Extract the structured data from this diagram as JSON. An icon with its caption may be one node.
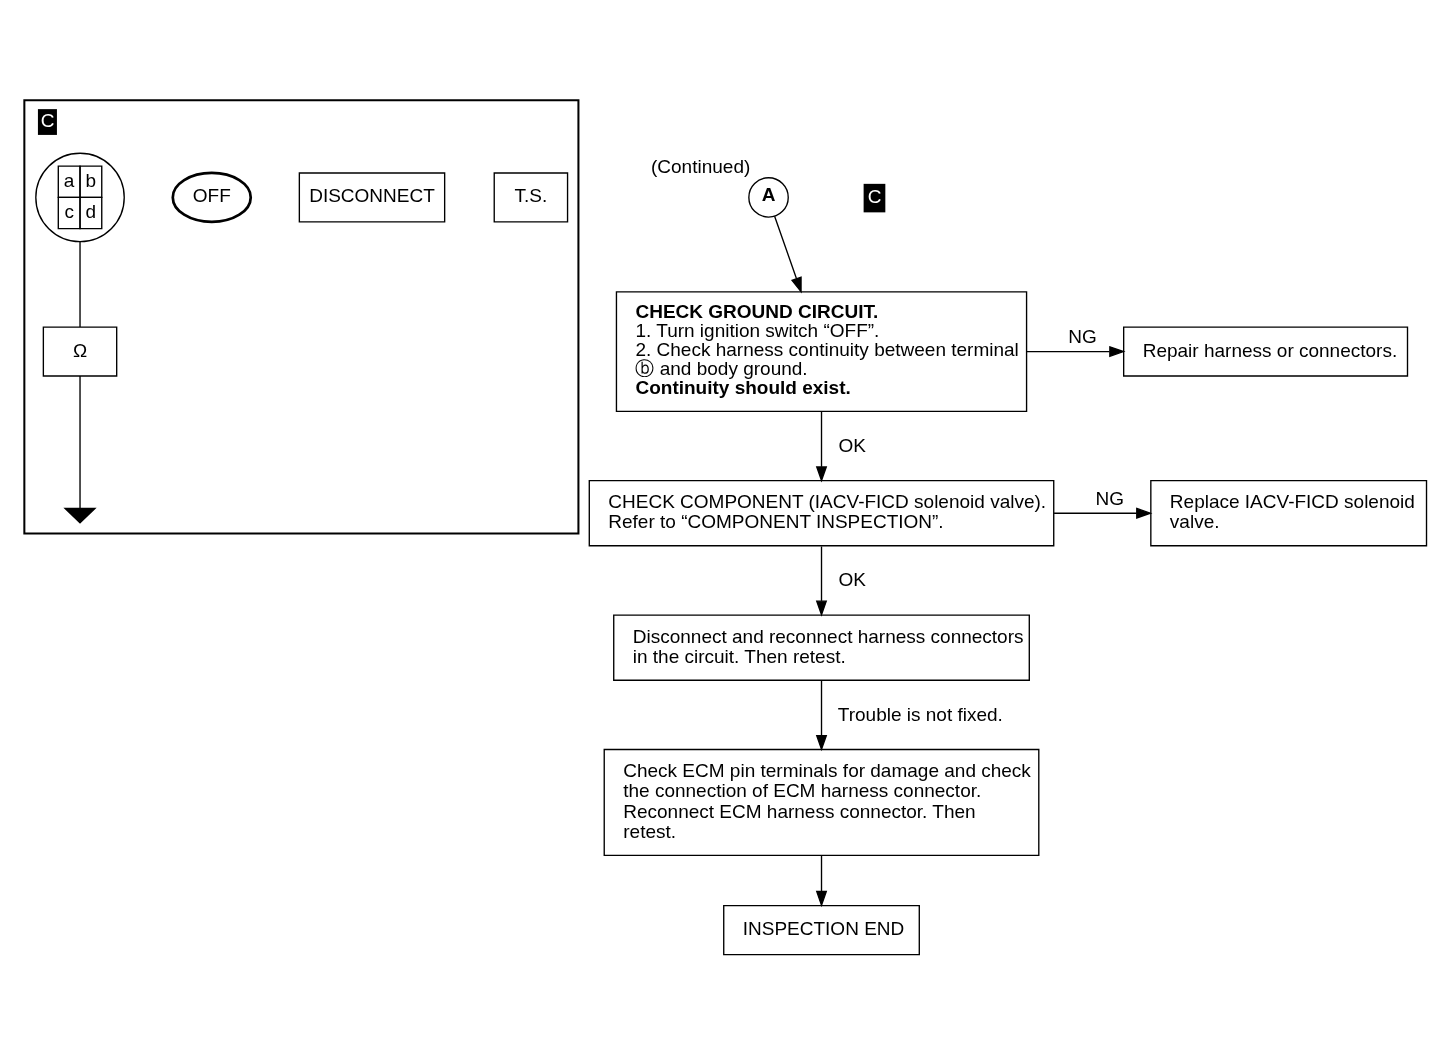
{
  "diagram": {
    "nodes": [
      {
        "text": [
          "C"
        ]
      },
      {
        "text": [
          "T.S."
        ],
        "in": 0
      },
      {
        "text": [
          "DISCONNECT"
        ],
        "in": 0
      },
      {
        "text": [
          "OFF"
        ],
        "in": 0
      },
      {
        "text": [
          "a",
          "b",
          "c",
          "d"
        ],
        "in": 0
      },
      {
        "text": [
          "Ω"
        ],
        "in": 0
      },
      {
        "text": [],
        "shape": "ground",
        "in": 0
      },
      {
        "text": [
          "A"
        ],
        "beside": [
          "(Continued)"
        ]
      },
      {
        "text": [
          "CHECK GROUND CIRCUIT.",
          "1. Turn ignition switch “OFF”.",
          "2. Check harness continuity between terminal ⓑ and body ground.",
          "Continuity should exist."
        ]
      },
      {
        "text": [
          "Repair harness or connectors."
        ]
      },
      {
        "text": [
          "CHECK COMPONENT (IACV-FICD solenoid valve).",
          "Refer to “COMPONENT INSPECTION”."
        ]
      },
      {
        "text": [
          "Replace IACV-FICD solenoid valve."
        ]
      },
      {
        "text": [
          "Disconnect and reconnect harness connectors in the circuit. Then retest."
        ]
      },
      {
        "text": [
          "Check ECM pin terminals for damage and check the connection of ECM harness connector. Reconnect ECM harness connector. Then retest."
        ]
      },
      {
        "text": [
          "INSPECTION END"
        ]
      }
    ],
    "edges": [
      {
        "from": 4,
        "to": 5,
        "arrow": "none"
      },
      {
        "from": 5,
        "to": 6,
        "arrow": "none"
      },
      {
        "from": 7,
        "to": 8,
        "arrow": "to"
      },
      {
        "from": 8,
        "to": 9,
        "arrow": "to",
        "label": "NG"
      },
      {
        "from": 8,
        "to": 10,
        "arrow": "to",
        "label": "OK"
      },
      {
        "from": 10,
        "to": 11,
        "arrow": "to",
        "label": "NG"
      },
      {
        "from": 10,
        "to": 12,
        "arrow": "to",
        "label": "OK"
      },
      {
        "from": 12,
        "to": 13,
        "arrow": "to",
        "label": "Trouble is not fixed."
      },
      {
        "from": 13,
        "to": 14,
        "arrow": "to"
      }
    ],
    "labels": [
      "C"
    ]
  }
}
